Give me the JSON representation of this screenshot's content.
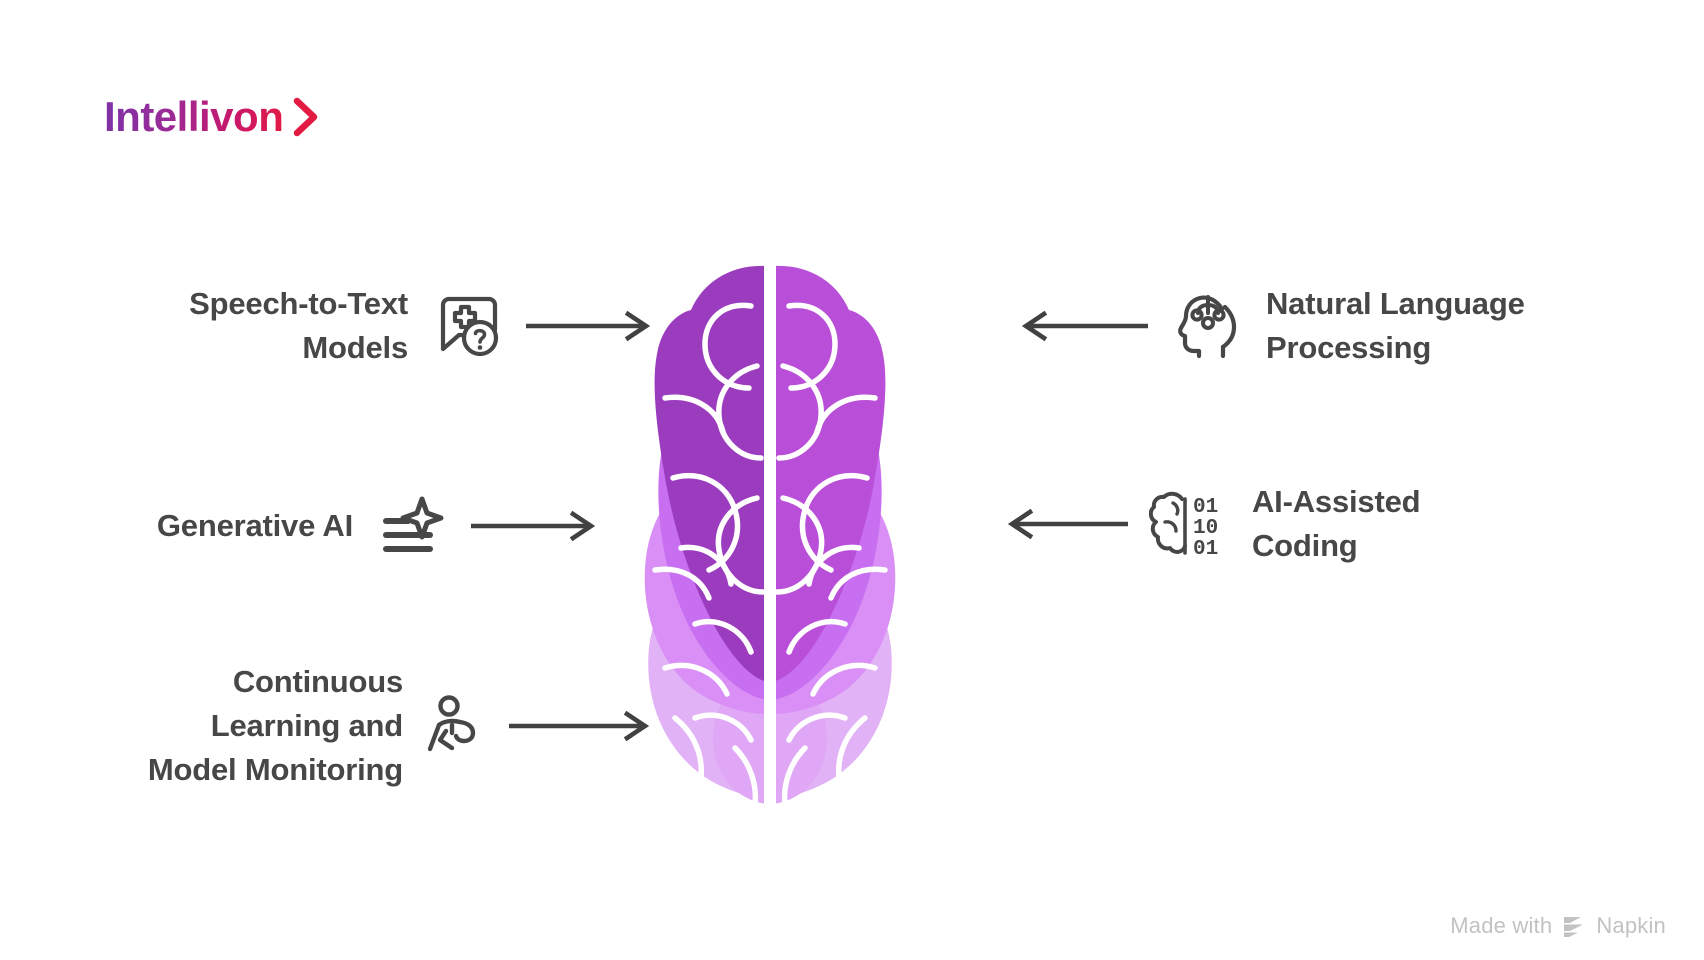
{
  "brand": {
    "name": "Intellivon",
    "chevron_icon": "chevron-right-icon",
    "gradient_from": "#7d32a8",
    "gradient_to": "#e31b42"
  },
  "diagram": {
    "center_graphic": "brain-illustration",
    "colors": {
      "brain_dark": "#9b3bbd",
      "brain_mid": "#b94fd8",
      "brain_light": "#c86ef0",
      "brain_lighter": "#d98ff5",
      "brain_pale": "#e2b2f7",
      "sulci_line": "#ffffff",
      "label_text": "#474747",
      "arrow": "#414141"
    },
    "left_items": [
      {
        "label": "Speech-to-Text\nModels",
        "icon": "speech-bubble-plus-question-icon",
        "arrow": "arrow-right-icon",
        "arrow_direction": "right"
      },
      {
        "label": "Generative AI",
        "icon": "text-lines-sparkle-icon",
        "arrow": "arrow-right-icon",
        "arrow_direction": "right"
      },
      {
        "label": "Continuous\nLearning and\nModel Monitoring",
        "icon": "running-person-icon",
        "arrow": "arrow-right-icon",
        "arrow_direction": "right"
      }
    ],
    "right_items": [
      {
        "label": "Natural Language\nProcessing",
        "icon": "head-neural-network-icon",
        "arrow": "arrow-left-icon",
        "arrow_direction": "left"
      },
      {
        "label": "AI-Assisted\nCoding",
        "icon": "brain-binary-code-icon",
        "arrow": "arrow-left-icon",
        "arrow_direction": "left",
        "binary_rows": [
          "01",
          "10",
          "01"
        ]
      }
    ]
  },
  "watermark": {
    "prefix": "Made with",
    "product": "Napkin",
    "logo_icon": "napkin-chevron-stack-icon"
  }
}
